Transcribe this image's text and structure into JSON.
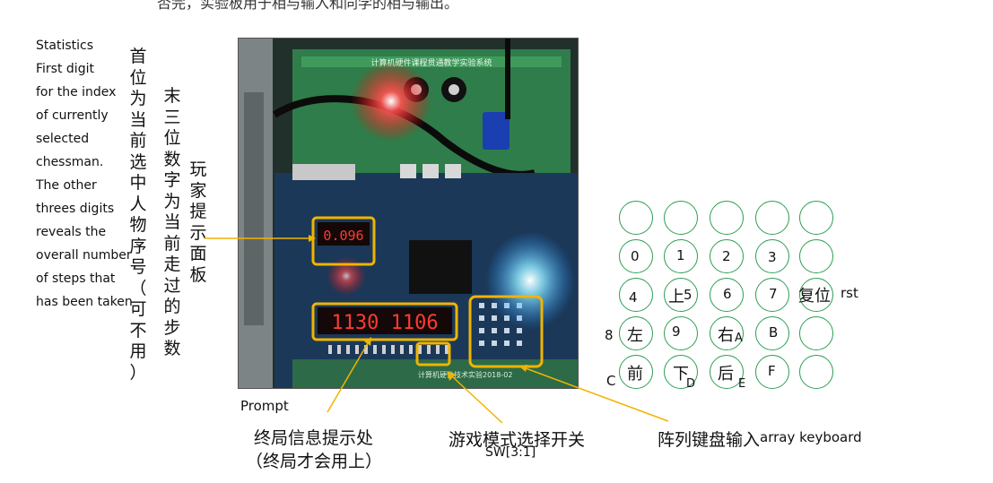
{
  "top_fragment": "否完，实验板用于相与输入和同学的相与输出。",
  "statistics_label": {
    "lines": [
      "Statistics",
      "First digit",
      "for the index",
      "of currently",
      "selected",
      "chessman.",
      "The other",
      "threes digits",
      "reveals the",
      "overall number",
      "of steps that",
      "has been taken"
    ]
  },
  "vertical_text_1": "首位为当前选中人物序号（可不用）",
  "vertical_text_2": "末三位数字为当前走过的步数",
  "vertical_text_3": "玩家提示面板",
  "board": {
    "header_text": "计算机硬件课程贯通教学实验系统",
    "display_small": "0.096",
    "display_main": "1130 1106",
    "footer_text": "计算机硬件技术实验2018-02"
  },
  "prompt_label": "Prompt",
  "end_info_label": "终局信息提示处",
  "end_info_note": "（终局才会用上）",
  "switch_label": "游戏模式选择开关",
  "switch_code": "SW[3:1]",
  "keyboard_label": "阵列键盘输入",
  "keyboard_label_en": "array keyboard",
  "keypad": {
    "row2": [
      "0",
      "1",
      "2",
      "3"
    ],
    "row3": [
      "4",
      "上",
      "5",
      "6",
      "7",
      "复位",
      "rst"
    ],
    "row4": [
      "8",
      "左",
      "9",
      "右",
      "A",
      "B"
    ],
    "row5": [
      "C",
      "前",
      "下",
      "D",
      "后",
      "E",
      "F"
    ]
  },
  "colors": {
    "accent": "#f0b400",
    "circle": "#2e9e52",
    "led": "#ff3b2f"
  }
}
